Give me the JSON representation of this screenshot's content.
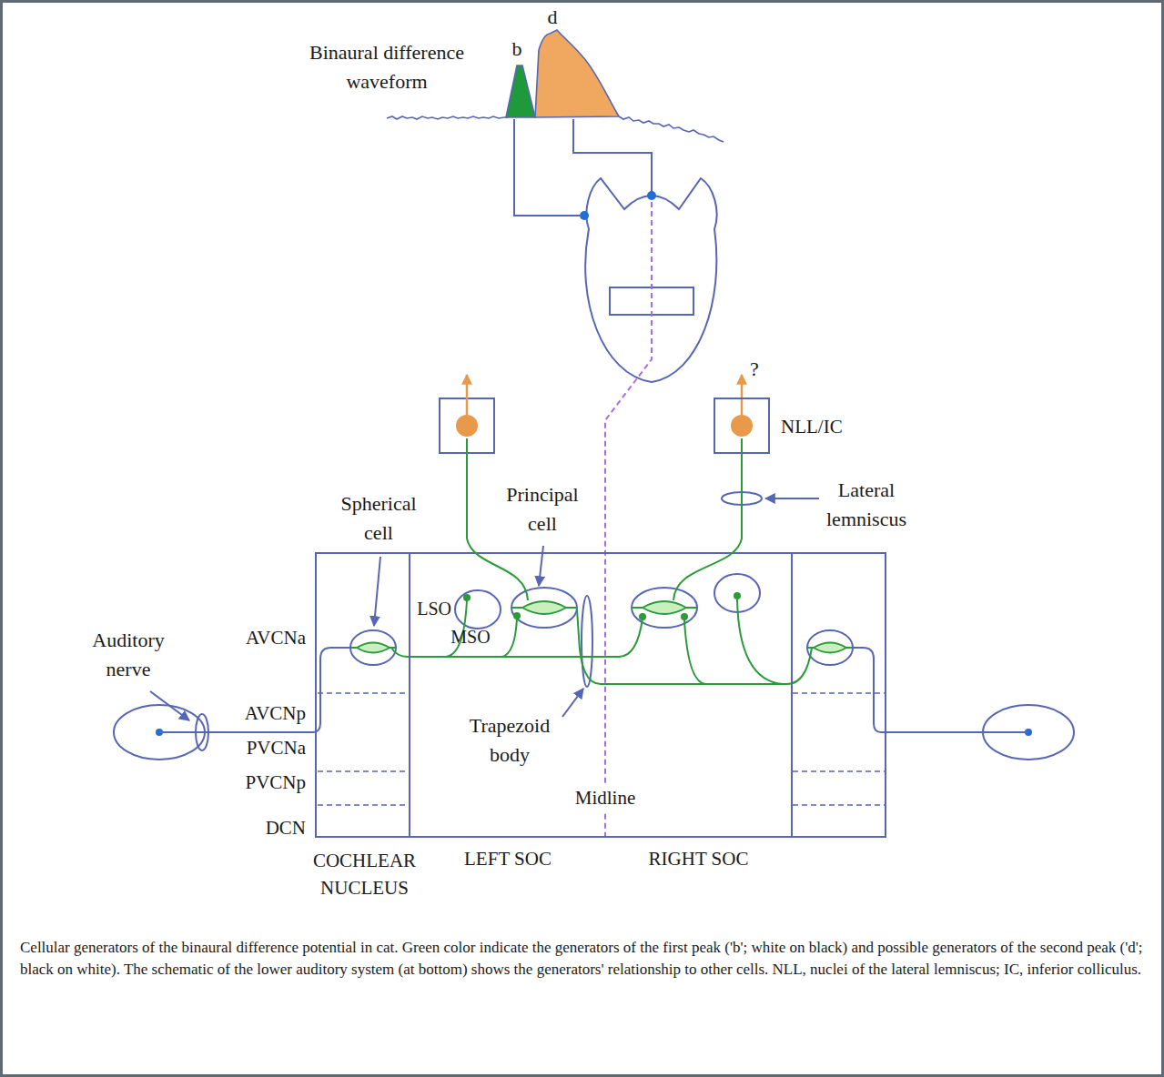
{
  "diagram": {
    "caption": "Cellular generators of the binaural difference potential in cat. Green color indicate the generators of the first peak ('b'; white on black) and possible generators of the second peak ('d'; black on white). The schematic of the lower auditory system (at bottom) shows the generators' relationship to other cells. NLL, nuclei of the lateral lemniscus; IC, inferior colliculus.",
    "nodes": [
      {
        "text": [
          "COCHLEAR NUCLEUS"
        ]
      },
      {
        "text": [
          "LEFT SOC"
        ]
      },
      {
        "text": [
          "RIGHT SOC"
        ]
      },
      {
        "text": [
          "NLL/IC"
        ]
      }
    ],
    "labels": [
      "Binaural difference waveform",
      "b",
      "d",
      "Spherical cell",
      "Principal cell",
      "LSO",
      "MSO",
      "?",
      "Lateral lemniscus",
      "AVCNa",
      "Auditory nerve",
      "AVCNp",
      "PVCNa",
      "PVCNp",
      "DCN",
      "Trapezoid body",
      "Midline"
    ]
  }
}
